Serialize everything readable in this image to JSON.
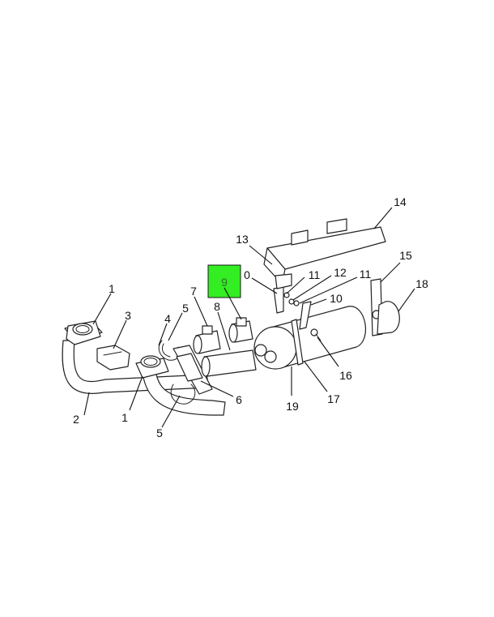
{
  "highlight_color": "#33ee22",
  "callouts": [
    {
      "label": "1",
      "part": "exhaust-pipe-left"
    },
    {
      "label": "2",
      "part": "exhaust-pipe-left"
    },
    {
      "label": "3",
      "part": "bracket-small"
    },
    {
      "label": "4",
      "part": "clamp-spring"
    },
    {
      "label": "5",
      "part": "clamp-spring"
    },
    {
      "label": "1",
      "part": "exhaust-pipe-right"
    },
    {
      "label": "5",
      "part": "clamp-spring-lower"
    },
    {
      "label": "6",
      "part": "support-bracket"
    },
    {
      "label": "7",
      "part": "clamp-left"
    },
    {
      "label": "8",
      "part": "tailpipe-section"
    },
    {
      "label": "9",
      "part": "clamp-right",
      "highlighted": true
    },
    {
      "label": "0",
      "part": "strap"
    },
    {
      "label": "11",
      "part": "nut"
    },
    {
      "label": "12",
      "part": "washer"
    },
    {
      "label": "11",
      "part": "nut-lower"
    },
    {
      "label": "10",
      "part": "strap-lower"
    },
    {
      "label": "13",
      "part": "bracket-shield"
    },
    {
      "label": "14",
      "part": "heat-shield"
    },
    {
      "label": "15",
      "part": "mount-bracket"
    },
    {
      "label": "18",
      "part": "outlet-elbow"
    },
    {
      "label": "16",
      "part": "bolt"
    },
    {
      "label": "17",
      "part": "muffler"
    },
    {
      "label": "19",
      "part": "muffler-band"
    }
  ],
  "footer_left": "",
  "footer_right": ""
}
